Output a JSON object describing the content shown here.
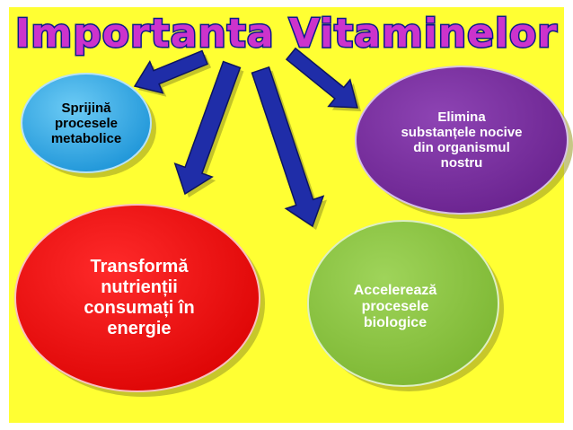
{
  "title": "Importanta Vitaminelor",
  "nodes": [
    {
      "id": "metabolic",
      "text": "Sprijină\nprocesele\nmetabolice"
    },
    {
      "id": "eliminate",
      "text": "Elimina\nsubstanțele nocive\ndin organismul\nnostru"
    },
    {
      "id": "energy",
      "text": "Transformă\nnutrienții\nconsumați în\nenergie"
    },
    {
      "id": "accelerate",
      "text": "Accelerează\nprocesele\nbiologice"
    }
  ],
  "colors": {
    "background": "#FFFF33",
    "frame": "#FFFFFF",
    "title_fill": "#CC33CC",
    "title_outline": "#0A1A8C",
    "node_metabolic": "#35A9E6",
    "node_eliminate": "#7A2FA0",
    "node_energy": "#EE1111",
    "node_accelerate": "#8CC63F",
    "arrow": "#1F2DA8"
  }
}
